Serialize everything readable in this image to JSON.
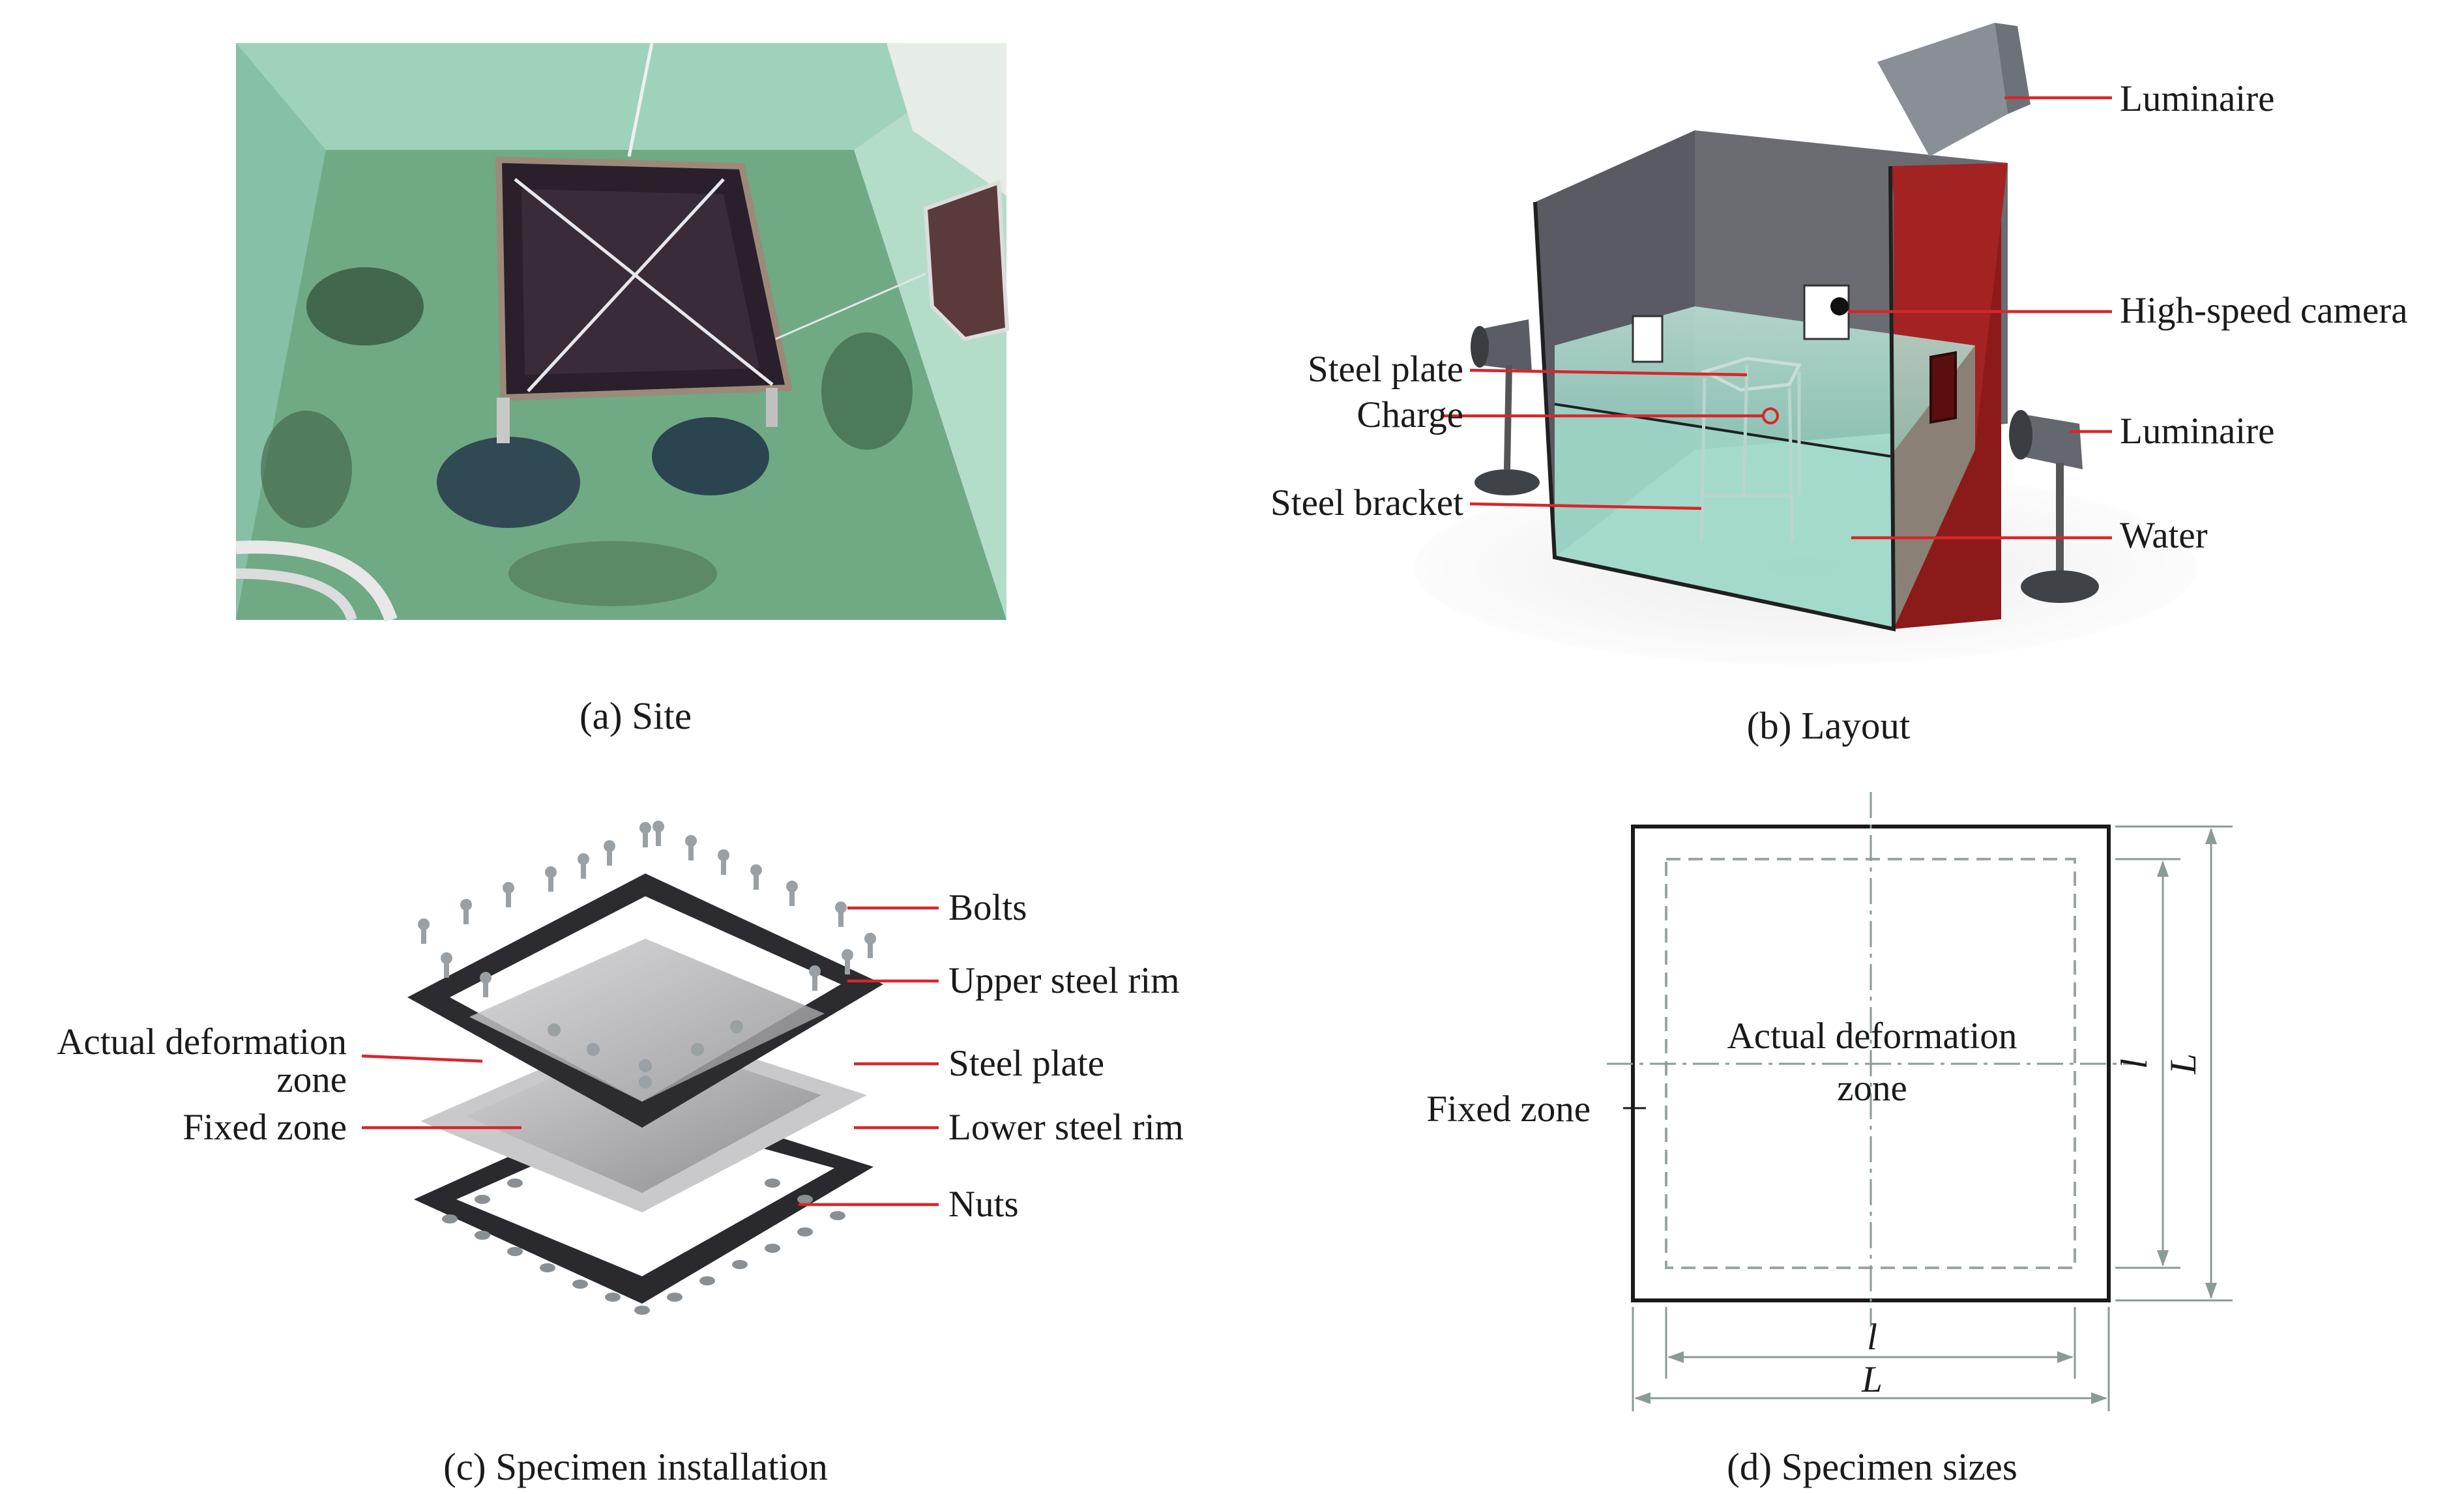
{
  "panels": {
    "a": {
      "caption": "(a) Site"
    },
    "b": {
      "caption": "(b) Layout",
      "labels": {
        "luminaire_top": "Luminaire",
        "camera": "High-speed camera",
        "steel_plate": "Steel plate",
        "charge": "Charge",
        "luminaire_right": "Luminaire",
        "steel_bracket": "Steel bracket",
        "water": "Water"
      }
    },
    "c": {
      "caption": "(c) Specimen installation",
      "labels": {
        "bolts": "Bolts",
        "upper_rim": "Upper steel rim",
        "actual_zone_1": "Actual deformation",
        "actual_zone_2": "zone",
        "steel_plate": "Steel plate",
        "fixed_zone": "Fixed zone",
        "lower_rim": "Lower steel rim",
        "nuts": "Nuts"
      }
    },
    "d": {
      "caption": "(d) Specimen sizes",
      "labels": {
        "actual_zone_1": "Actual deformation",
        "actual_zone_2": "zone",
        "fixed_zone": "Fixed zone",
        "inner_dim": "l",
        "outer_dim": "L"
      }
    }
  },
  "colors": {
    "leader": "#d8262a",
    "dimension": "#8a9a94",
    "water": "#a8d8cc",
    "wall_dark": "#4a4a52",
    "wall_red": "#a01d1d",
    "pool_green": "#8fc7ae"
  }
}
